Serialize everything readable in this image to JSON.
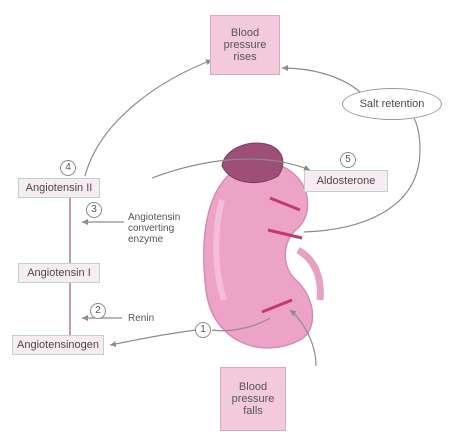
{
  "boxes": {
    "bp_rises": "Blood pressure rises",
    "bp_falls": "Blood pressure falls",
    "salt": "Salt retention",
    "aldosterone": "Aldosterone",
    "ang2": "Angiotensin II",
    "ang1": "Angiotensin I",
    "angiotensinogen": "Angiotensinogen"
  },
  "labels": {
    "ace_line1": "Angiotensin",
    "ace_line2": "converting",
    "ace_line3": "enzyme",
    "renin": "Renin"
  },
  "steps": [
    "1",
    "2",
    "3",
    "4",
    "5"
  ],
  "colors": {
    "arrow": "#8c8c8c",
    "accent_pink": "#f3c9dc",
    "kidney": "#eda3c8",
    "adrenal": "#9e4f78",
    "vessel": "#c23a6a"
  }
}
